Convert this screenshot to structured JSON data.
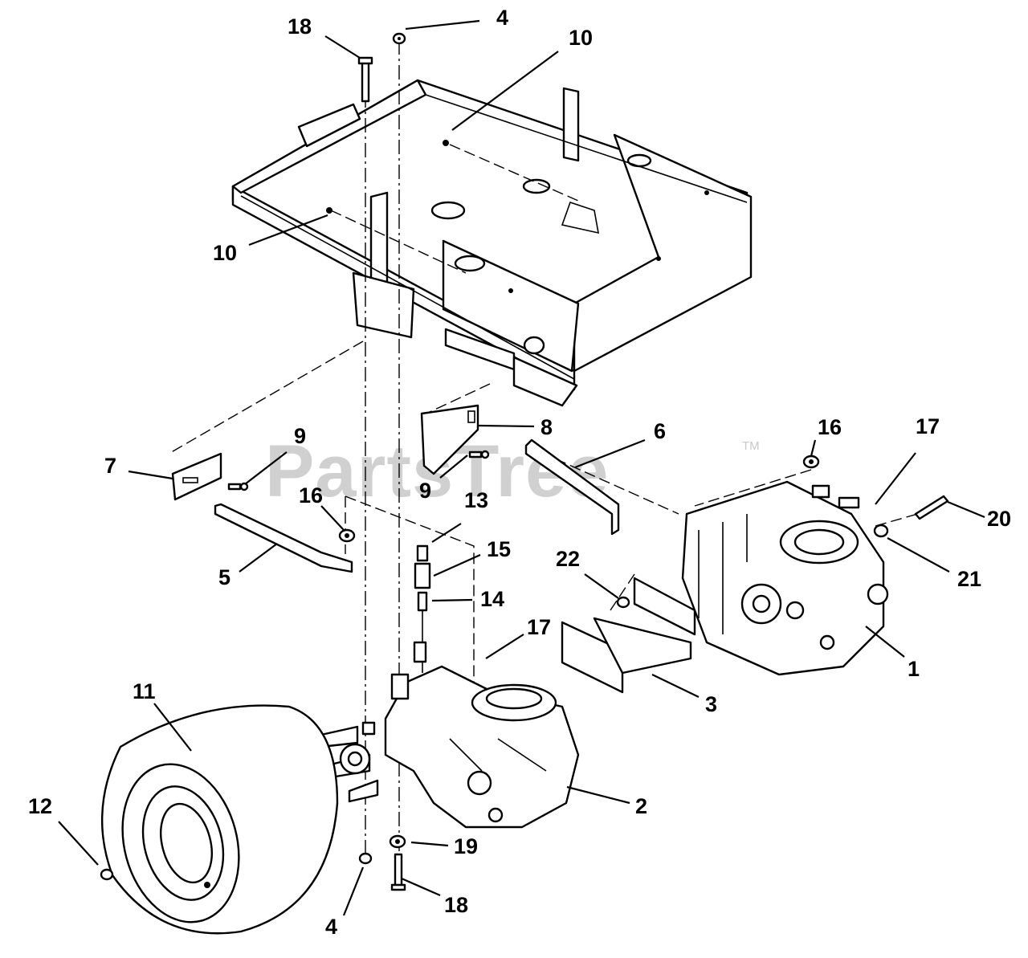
{
  "watermark": {
    "brand": "PartsTree",
    "trademark": "TM"
  },
  "callouts": [
    {
      "id": "c18a",
      "text": "18"
    },
    {
      "id": "c4a",
      "text": "4"
    },
    {
      "id": "c10a",
      "text": "10"
    },
    {
      "id": "c10b",
      "text": "10"
    },
    {
      "id": "c8",
      "text": "8"
    },
    {
      "id": "c9a",
      "text": "9"
    },
    {
      "id": "c9b",
      "text": "9"
    },
    {
      "id": "c7",
      "text": "7"
    },
    {
      "id": "c6",
      "text": "6"
    },
    {
      "id": "c16a",
      "text": "16"
    },
    {
      "id": "c16b",
      "text": "16"
    },
    {
      "id": "c17a",
      "text": "17"
    },
    {
      "id": "c17b",
      "text": "17"
    },
    {
      "id": "c13",
      "text": "13"
    },
    {
      "id": "c15",
      "text": "15"
    },
    {
      "id": "c14",
      "text": "14"
    },
    {
      "id": "c5",
      "text": "5"
    },
    {
      "id": "c22",
      "text": "22"
    },
    {
      "id": "c20",
      "text": "20"
    },
    {
      "id": "c21",
      "text": "21"
    },
    {
      "id": "c1",
      "text": "1"
    },
    {
      "id": "c3",
      "text": "3"
    },
    {
      "id": "c11",
      "text": "11"
    },
    {
      "id": "c2",
      "text": "2"
    },
    {
      "id": "c12",
      "text": "12"
    },
    {
      "id": "c19",
      "text": "19"
    },
    {
      "id": "c18b",
      "text": "18"
    },
    {
      "id": "c4b",
      "text": "4"
    }
  ]
}
